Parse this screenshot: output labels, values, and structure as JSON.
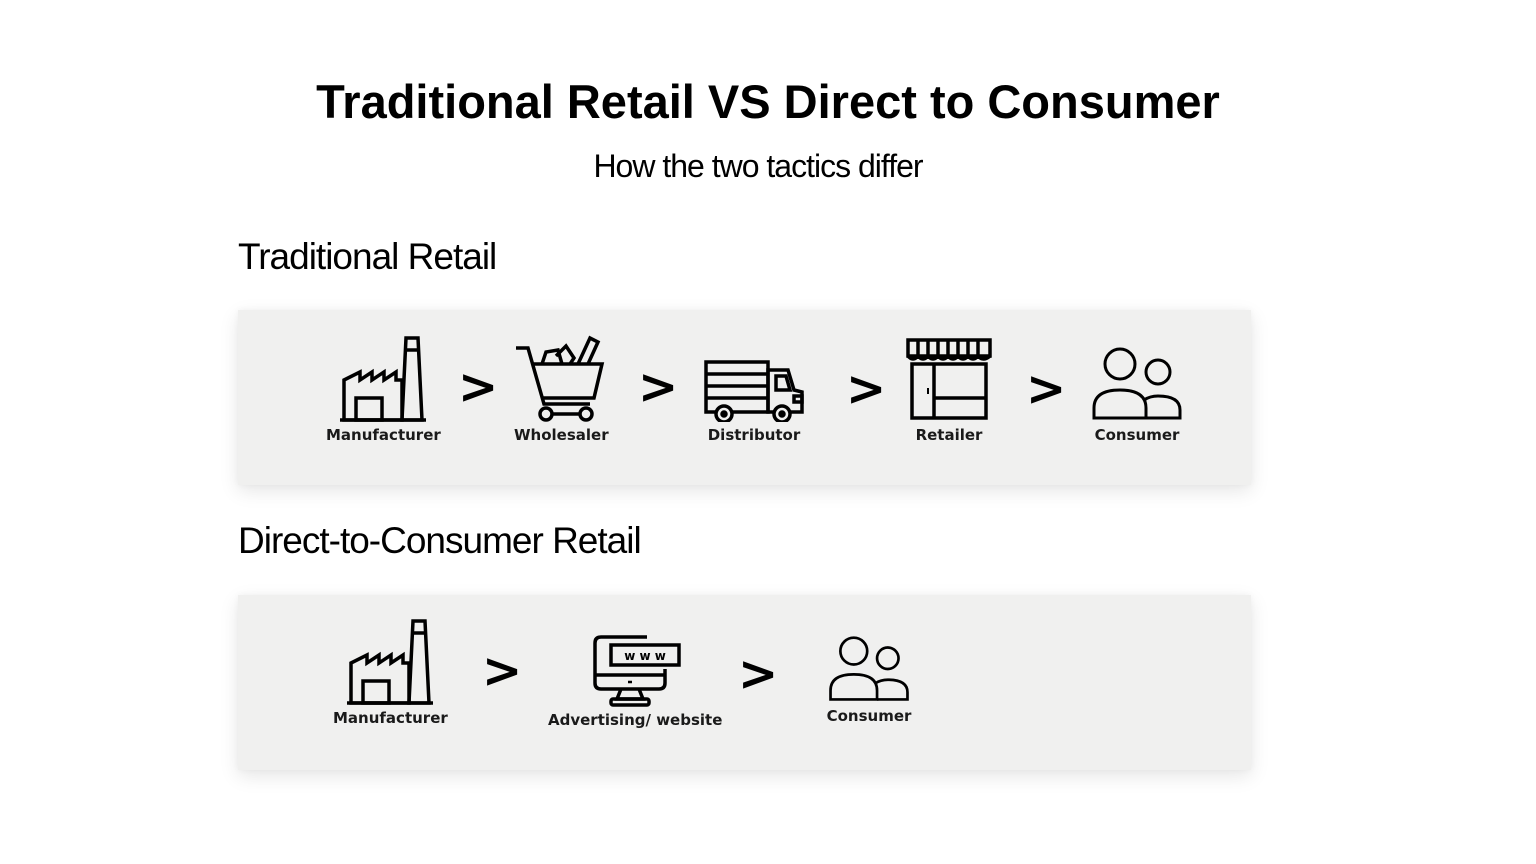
{
  "header": {
    "title": "Traditional Retail VS Direct to Consumer",
    "subtitle": "How the two tactics differ"
  },
  "traditional": {
    "heading": "Traditional Retail",
    "arrow_glyph": ">",
    "steps": [
      {
        "label": "Manufacturer",
        "icon": "factory-icon"
      },
      {
        "label": "Wholesaler",
        "icon": "shopping-cart-icon"
      },
      {
        "label": "Distributor",
        "icon": "truck-icon"
      },
      {
        "label": "Retailer",
        "icon": "storefront-icon"
      },
      {
        "label": "Consumer",
        "icon": "users-icon"
      }
    ]
  },
  "dtc": {
    "heading": "Direct-to-Consumer Retail",
    "arrow_glyph": ">",
    "website_text": "w w w",
    "steps": [
      {
        "label": "Manufacturer",
        "icon": "factory-icon"
      },
      {
        "label": "Advertising/ website",
        "icon": "computer-website-icon"
      },
      {
        "label": "Consumer",
        "icon": "users-icon"
      }
    ]
  },
  "colors": {
    "background": "#ffffff",
    "panel": "#f0f0ef",
    "ink": "#000000"
  }
}
